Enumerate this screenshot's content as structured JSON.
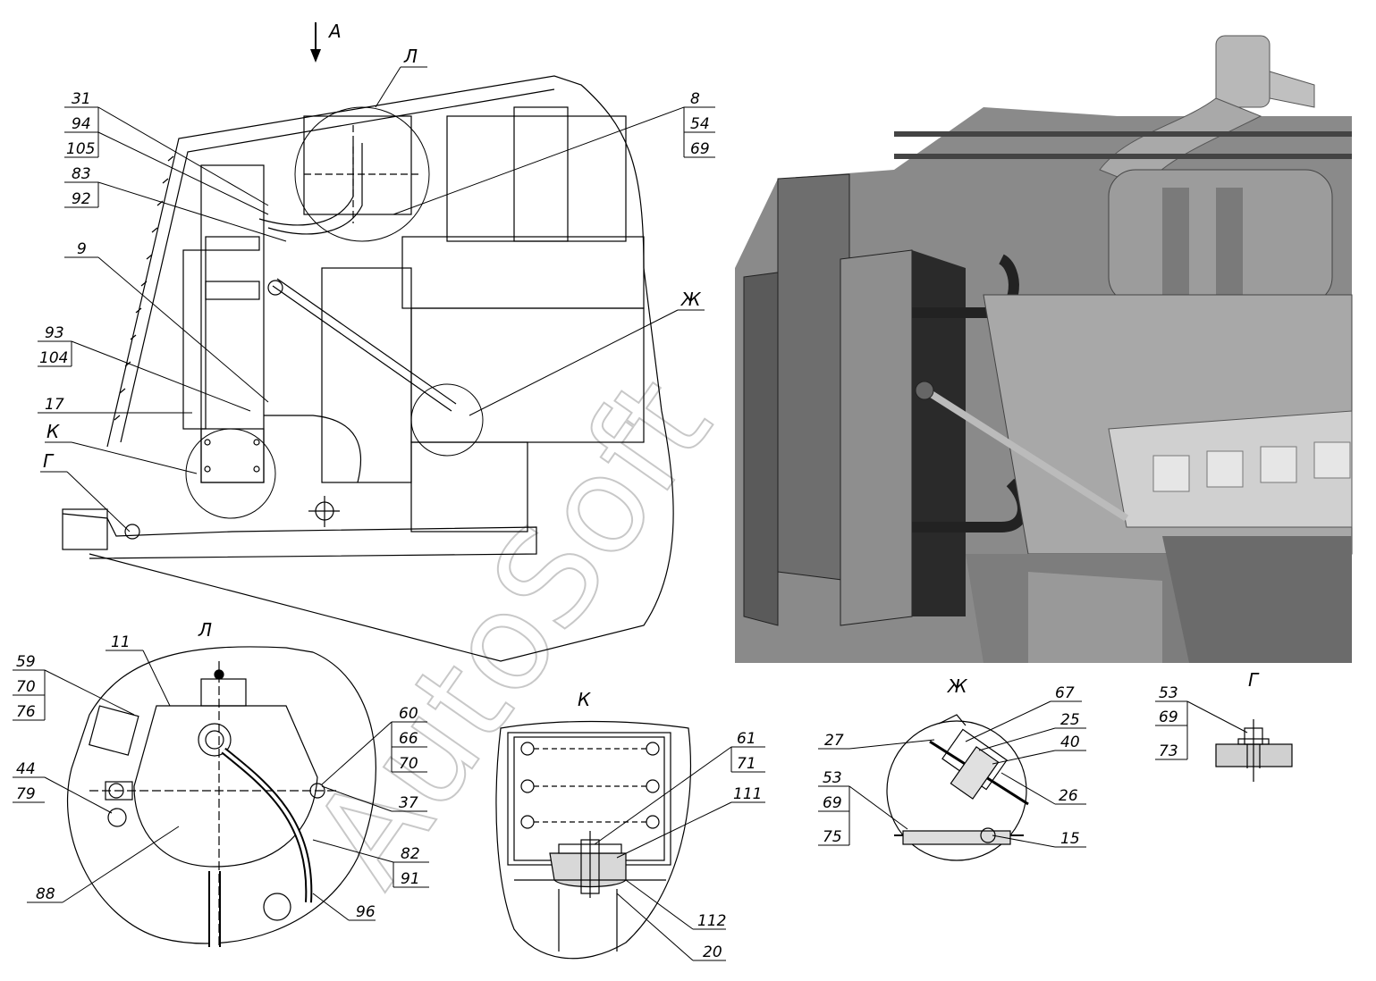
{
  "view_labels": {
    "a": "А",
    "l_top": "Л",
    "zh_top": "Ж",
    "k_left": "К",
    "g_left": "Г",
    "l_detail": "Л",
    "k_detail": "К",
    "zh_detail": "Ж",
    "g_detail": "Г"
  },
  "watermark": "AutoSoft",
  "callouts_main": {
    "c31": "31",
    "c94": "94",
    "c105": "105",
    "c83": "83",
    "c92": "92",
    "c9": "9",
    "c93": "93",
    "c104": "104",
    "c17": "17",
    "c8": "8",
    "c54": "54",
    "c69": "69"
  },
  "callouts_l": {
    "c11": "11",
    "c59": "59",
    "c70": "70",
    "c76": "76",
    "c44": "44",
    "c79": "79",
    "c88": "88",
    "c60": "60",
    "c66": "66",
    "c70b": "70",
    "c37": "37",
    "c82": "82",
    "c91": "91",
    "c96": "96"
  },
  "callouts_k": {
    "c61": "61",
    "c71": "71",
    "c111": "111",
    "c112": "112",
    "c20": "20"
  },
  "callouts_zh": {
    "c67": "67",
    "c25": "25",
    "c40": "40",
    "c26": "26",
    "c27": "27",
    "c53": "53",
    "c69": "69",
    "c75": "75",
    "c15": "15"
  },
  "callouts_g": {
    "c53": "53",
    "c69": "69",
    "c73": "73"
  }
}
